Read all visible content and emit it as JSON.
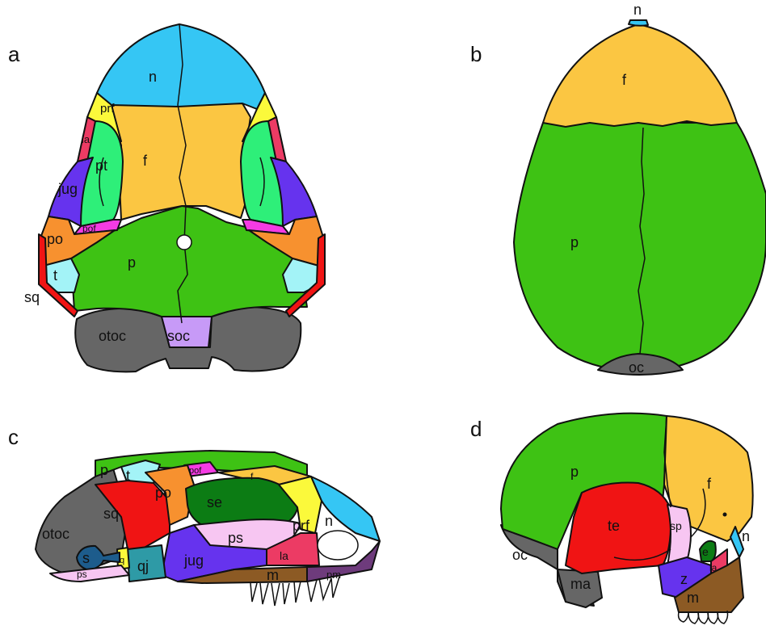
{
  "colors": {
    "nasal": "#35c6f4",
    "frontal": "#fbc642",
    "parietal": "#3ec214",
    "prefrontal": "#fbf93b",
    "lacrimal": "#ec3b64",
    "postfrontal": "#f43be3",
    "postorbital": "#f7912f",
    "jugal": "#6633ee",
    "squamosal": "#f01414",
    "tabular": "#a3f3f7",
    "otoccipital": "#666666",
    "supraoccipital": "#c79af7",
    "pterygoid_orbit": "#2eef79",
    "sclerotic": "#0c7c14",
    "maxilla": "#8c5a24",
    "premaxilla": "#6e3b7c",
    "parasphenoid": "#f7c6f2",
    "quadratojugal": "#2e9aa6",
    "stapes": "#1d5c8c",
    "zygomatic": "#6633ee",
    "sphenoid": "#f7c6f2",
    "ethmoid": "#0c7c14"
  },
  "panels": {
    "a": {
      "letter": "a",
      "labels": {
        "n": "n",
        "prf": "prf",
        "la": "la",
        "pt": "pt",
        "f": "f",
        "jug": "jug",
        "pof": "pof",
        "po": "po",
        "p": "p",
        "t": "t",
        "sq": "sq",
        "otoc": "otoc",
        "soc": "soc"
      }
    },
    "b": {
      "letter": "b",
      "labels": {
        "n": "n",
        "f": "f",
        "p": "p",
        "oc": "oc"
      }
    },
    "c": {
      "letter": "c",
      "labels": {
        "p": "p",
        "t": "t",
        "pof": "pof",
        "f": "f",
        "po": "po",
        "sq": "sq",
        "se": "se",
        "ps_upper": "ps",
        "prf": "prf",
        "n": "n",
        "la": "la",
        "otoc": "otoc",
        "s": "s",
        "q": "q",
        "ps_lower": "ps",
        "qj": "qj",
        "jug": "jug",
        "m": "m",
        "pm": "pm"
      }
    },
    "d": {
      "letter": "d",
      "labels": {
        "p": "p",
        "f": "f",
        "te": "te",
        "sp": "sp",
        "oc": "oc",
        "e": "e",
        "la": "la",
        "n": "n",
        "z": "z",
        "ma": "ma",
        "m": "m"
      }
    }
  }
}
